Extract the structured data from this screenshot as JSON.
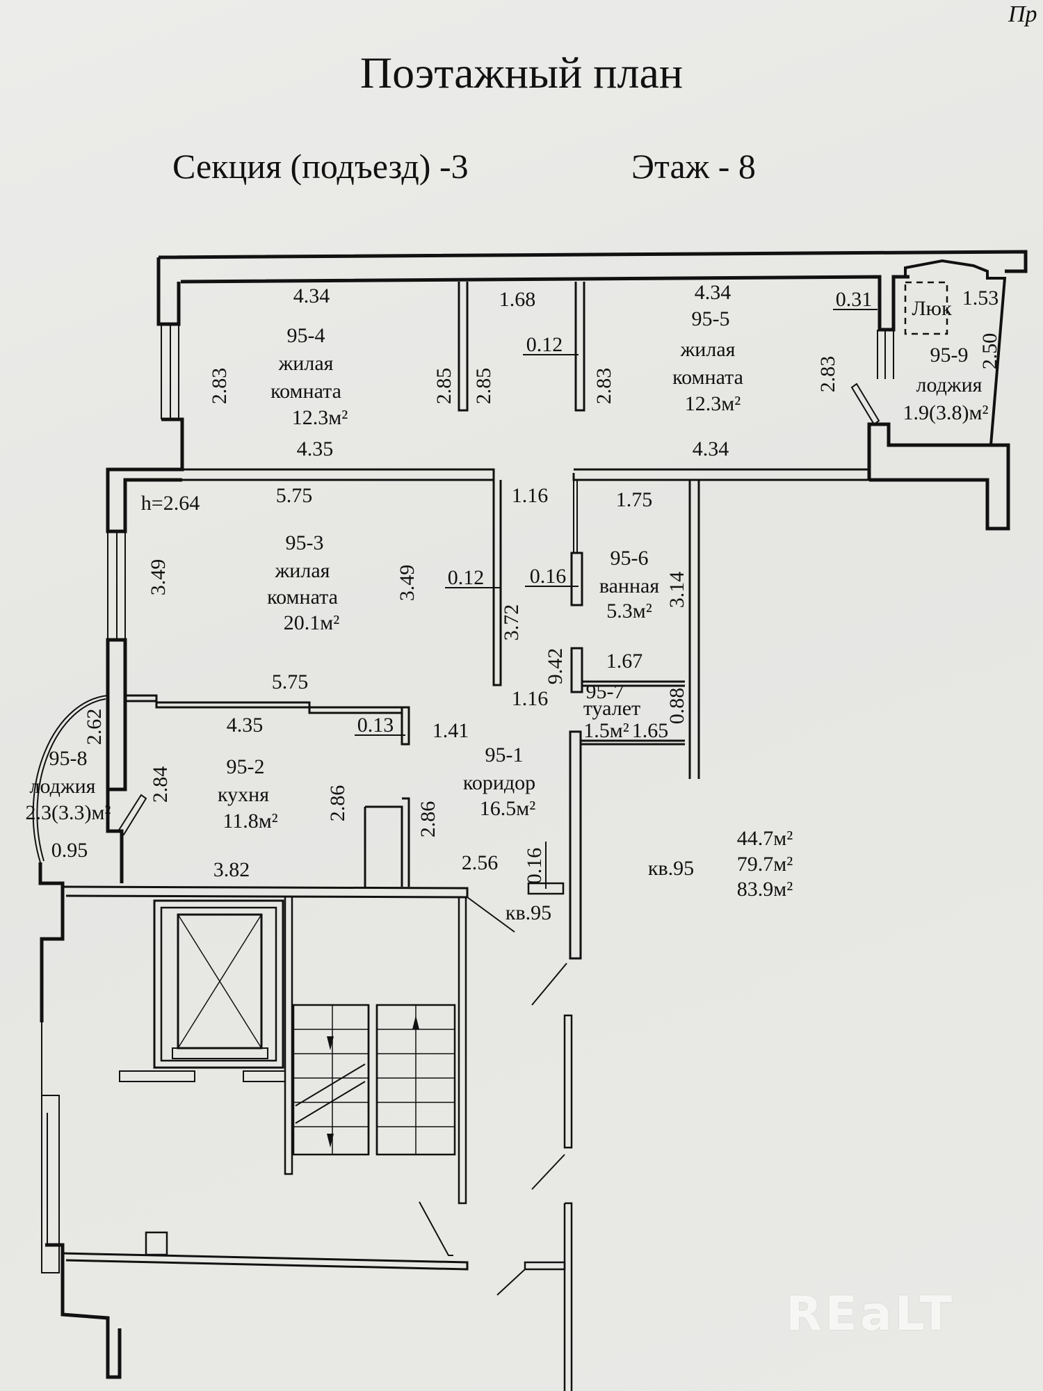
{
  "document": {
    "corner_fragment": "Пр",
    "title": "Поэтажный план",
    "section": "Секция (подъезд) -3",
    "floor": "Этаж - 8",
    "ceiling_height": "h=2.64",
    "watermark": "REaLT"
  },
  "apartment": {
    "number": "кв.95",
    "entry_label": "кв.95",
    "areas": [
      "44.7м²",
      "79.7м²",
      "83.9м²"
    ]
  },
  "rooms": [
    {
      "id": "95-1",
      "name": "коридор",
      "area": "16.5м²"
    },
    {
      "id": "95-2",
      "name": "кухня",
      "area": "11.8м²"
    },
    {
      "id": "95-3",
      "name": "жилая комната",
      "name_l1": "жилая",
      "name_l2": "комната",
      "area": "20.1м²"
    },
    {
      "id": "95-4",
      "name": "жилая комната",
      "name_l1": "жилая",
      "name_l2": "комната",
      "area": "12.3м²"
    },
    {
      "id": "95-5",
      "name": "жилая комната",
      "name_l1": "жилая",
      "name_l2": "комната",
      "area": "12.3м²"
    },
    {
      "id": "95-6",
      "name": "ванная",
      "area": "5.3м²"
    },
    {
      "id": "95-7",
      "name": "туалет",
      "area": "1.5м²"
    },
    {
      "id": "95-8",
      "name": "лоджия",
      "area": "2.3(3.3)м²"
    },
    {
      "id": "95-9",
      "name": "лоджия",
      "area": "1.9(3.8)м²"
    }
  ],
  "hatch_label": "Люк",
  "dimensions": {
    "r4_top": "4.34",
    "r4_bottom": "4.35",
    "r4_left": "2.83",
    "r4_right_a": "2.85",
    "r4_right_b": "2.85",
    "closet_top": "1.68",
    "closet_wall": "0.12",
    "closet_right": "2.83",
    "r5_top": "4.34",
    "r5_bottom": "4.34",
    "r5_right": "2.83",
    "pier": "0.31",
    "r9_top": "1.53",
    "r9_right": "2.50",
    "r3_top": "5.75",
    "r3_bottom": "5.75",
    "r3_left": "3.49",
    "r3_right": "3.49",
    "r3_wall": "0.12",
    "cor_top": "1.16",
    "cor_mid": "1.16",
    "cor_len": "3.72",
    "cor_long": "9.42",
    "bath_top": "1.75",
    "bath_wall": "0.16",
    "bath_right": "3.14",
    "bath_bottom": "1.67",
    "wc_right": "0.88",
    "wc_bottom": "1.65",
    "r2_top": "4.35",
    "r2_wall": "0.13",
    "r2_bottom": "3.82",
    "r2_right": "2.86",
    "r2_left": "2.84",
    "r8_side": "2.62",
    "r8_bottom": "0.95",
    "cor_width": "1.41",
    "cor_right": "2.86",
    "cor_bottom": "2.56",
    "cor_wall": "0.16"
  }
}
